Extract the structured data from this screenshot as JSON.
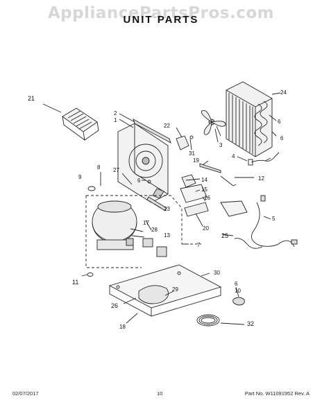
{
  "watermark": "AppliancePartsPros.com",
  "title": "UNIT PARTS",
  "footer": {
    "date": "02/07/2017",
    "page": "10",
    "part": "Part No. W11091952  Rev. A"
  },
  "callouts": {
    "c1": "1",
    "c2": "2",
    "c3": "3",
    "c4": "4",
    "c5": "5",
    "c6a": "6",
    "c6b": "6",
    "c6c": "6",
    "c7": "7",
    "c8": "8",
    "c9": "9",
    "c10": "10",
    "c11": "11",
    "c12": "12",
    "c13": "13",
    "c14": "14",
    "c15": "15",
    "c16": "16",
    "c17": "17",
    "c18": "18",
    "c19": "19",
    "c20": "20",
    "c21": "21",
    "c22": "22",
    "c23": "23",
    "c24": "24",
    "c25": "25",
    "c26": "26",
    "c27": "27",
    "c28": "28",
    "c29": "29",
    "c30": "30",
    "c31": "31",
    "c32": "32"
  }
}
